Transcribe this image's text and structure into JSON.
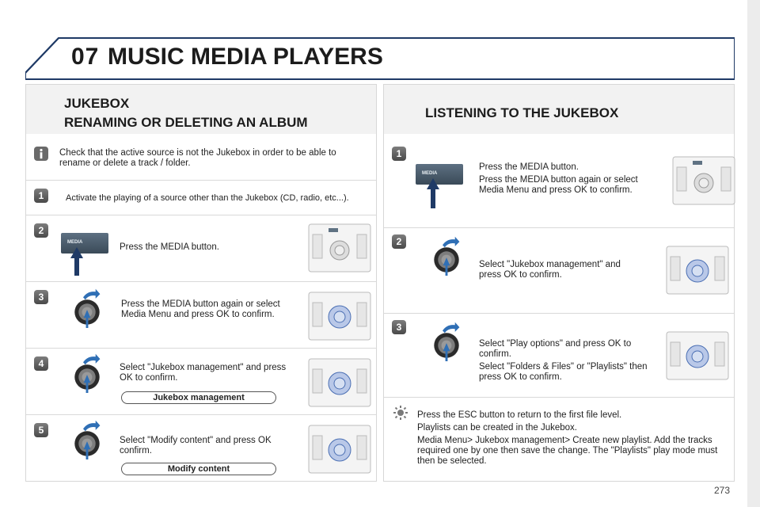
{
  "header": {
    "chapter": "07",
    "title": "MUSIC MEDIA PLAYERS"
  },
  "left": {
    "heading_line1": "JUKEBOX",
    "heading_line2": "RENAMING OR DELETING AN ALBUM",
    "info": "Check that the active source is not the Jukebox in order to be able to rename or delete a track / folder.",
    "steps": [
      {
        "num": "1",
        "text": "Activate the playing of a source other than the Jukebox (CD, radio, etc...)."
      },
      {
        "num": "2",
        "text": "Press the MEDIA button.",
        "button": "MEDIA"
      },
      {
        "num": "3",
        "text": "Press the MEDIA button again or select Media Menu and press OK to confirm."
      },
      {
        "num": "4",
        "text": "Select \"Jukebox management\" and press OK to confirm.",
        "pill": "Jukebox management"
      },
      {
        "num": "5",
        "text": "Select \"Modify content\" and press OK confirm.",
        "pill": "Modify content"
      }
    ]
  },
  "right": {
    "heading": "LISTENING TO THE JUKEBOX",
    "steps": [
      {
        "num": "1",
        "button": "MEDIA",
        "text1": "Press the MEDIA button.",
        "text2": "Press the MEDIA button again or select Media Menu and press OK to confirm."
      },
      {
        "num": "2",
        "text1": "Select \"Jukebox management\" and press OK to confirm."
      },
      {
        "num": "3",
        "text1": "Select \"Play options\" and press OK to confirm.",
        "text2": "Select \"Folders & Files\" or \"Playlists\" then press OK to confirm."
      }
    ],
    "tips": [
      "Press the ESC button to return to the first file level.",
      "Playlists can be created in the Jukebox.",
      "Media Menu> Jukebox management> Create new playlist. Add the tracks required one by one then save the change. The \"Playlists\" play mode must then be selected."
    ]
  },
  "page_number": "273",
  "colors": {
    "accent": "#1f3a66",
    "knob_ring": "#2a2a2a",
    "arrow": "#2f6fb5"
  }
}
